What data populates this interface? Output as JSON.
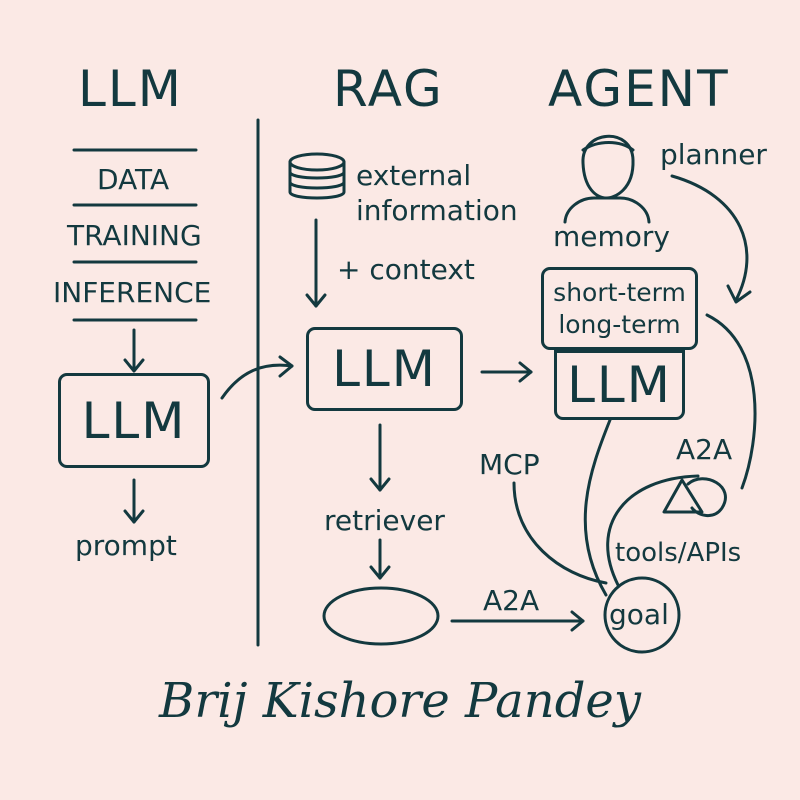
{
  "columns": {
    "llm": {
      "title": "LLM",
      "stages": [
        "DATA",
        "TRAINING",
        "INFERENCE"
      ],
      "box": "LLM",
      "output": "prompt"
    },
    "rag": {
      "title": "RAG",
      "source": "external\ninformation",
      "context": "+ context",
      "box": "LLM",
      "retriever": "retriever",
      "a2a": "A2A"
    },
    "agent": {
      "title": "AGENT",
      "planner": "planner",
      "memory_label": "memory",
      "memory_short": "short-term",
      "memory_long": "long-term",
      "box": "LLM",
      "mcp": "MCP",
      "a2a": "A2A",
      "tools": "tools/APIs",
      "goal": "goal"
    }
  },
  "author": "Brij Kishore Pandey",
  "colors": {
    "ink": "#13393f",
    "background": "#fbe9e5"
  },
  "icons": [
    "database-icon",
    "person-icon",
    "triangle-icon"
  ]
}
